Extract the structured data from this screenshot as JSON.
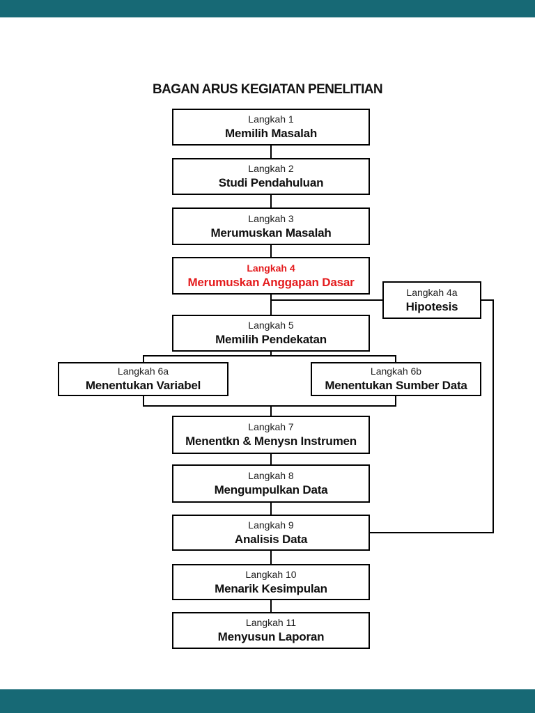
{
  "page": {
    "title": "BAGAN ARUS KEGIATAN PENELITIAN"
  },
  "colors": {
    "highlight_red": "#e41b1d",
    "box_border_black": "#000000",
    "viewer_bar_teal": "#176975",
    "background": "#ffffff"
  },
  "steps": [
    {
      "id": "1",
      "label": "Langkah 1",
      "name": "Memilih Masalah",
      "highlighted": false
    },
    {
      "id": "2",
      "label": "Langkah 2",
      "name": "Studi Pendahuluan",
      "highlighted": false
    },
    {
      "id": "3",
      "label": "Langkah 3",
      "name": "Merumuskan Masalah",
      "highlighted": false
    },
    {
      "id": "4",
      "label": "Langkah 4",
      "name": "Merumuskan Anggapan Dasar",
      "highlighted": true
    },
    {
      "id": "4a",
      "label": "Langkah 4a",
      "name": "Hipotesis",
      "highlighted": false
    },
    {
      "id": "5",
      "label": "Langkah 5",
      "name": "Memilih Pendekatan",
      "highlighted": false
    },
    {
      "id": "6a",
      "label": "Langkah 6a",
      "name": "Menentukan Variabel",
      "highlighted": false
    },
    {
      "id": "6b",
      "label": "Langkah 6b",
      "name": "Menentukan Sumber Data",
      "highlighted": false
    },
    {
      "id": "7",
      "label": "Langkah 7",
      "name": "Menentkn & Menysn Instrumen",
      "highlighted": false
    },
    {
      "id": "8",
      "label": "Langkah 8",
      "name": "Mengumpulkan Data",
      "highlighted": false
    },
    {
      "id": "9",
      "label": "Langkah 9",
      "name": "Analisis Data",
      "highlighted": false
    },
    {
      "id": "10",
      "label": "Langkah 10",
      "name": "Menarik Kesimpulan",
      "highlighted": false
    },
    {
      "id": "11",
      "label": "Langkah 11",
      "name": "Menyusun Laporan",
      "highlighted": false
    }
  ],
  "edges": [
    {
      "from": "1",
      "to": "2"
    },
    {
      "from": "2",
      "to": "3"
    },
    {
      "from": "3",
      "to": "4"
    },
    {
      "from": "4",
      "to": "5"
    },
    {
      "from": "4",
      "to": "4a"
    },
    {
      "from": "4a",
      "to": "9"
    },
    {
      "from": "5",
      "to": "6a"
    },
    {
      "from": "5",
      "to": "6b"
    },
    {
      "from": "6a",
      "to": "7"
    },
    {
      "from": "6b",
      "to": "7"
    },
    {
      "from": "7",
      "to": "8"
    },
    {
      "from": "8",
      "to": "9"
    },
    {
      "from": "9",
      "to": "10"
    },
    {
      "from": "10",
      "to": "11"
    }
  ]
}
